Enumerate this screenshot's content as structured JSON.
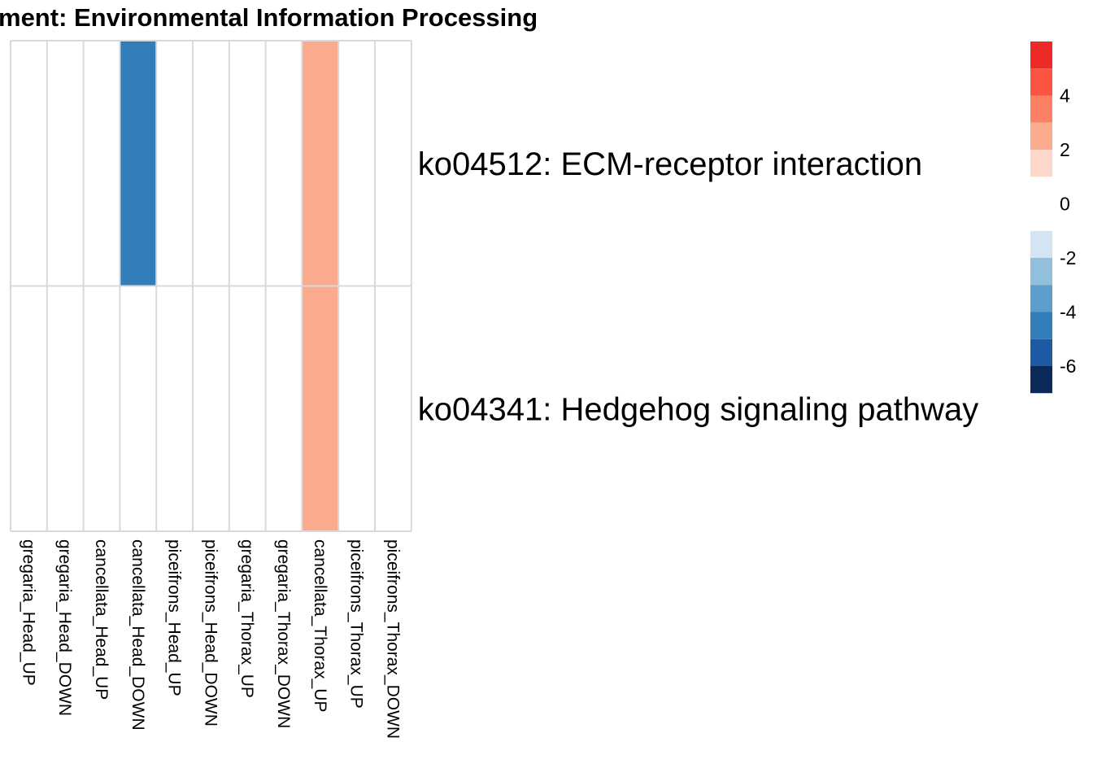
{
  "chart_data": {
    "type": "heatmap",
    "title": "ment: Environmental Information Processing",
    "rows": [
      "ko04512: ECM-receptor interaction",
      "ko04341: Hedgehog signaling pathway"
    ],
    "columns": [
      "gregaria_Head_UP",
      "gregaria_Head_DOWN",
      "cancellata_Head_UP",
      "cancellata_Head_DOWN",
      "piceifrons_Head_UP",
      "piceifrons_Head_DOWN",
      "gregaria_Thorax_UP",
      "gregaria_Thorax_DOWN",
      "cancellata_Thorax_UP",
      "piceifrons_Thorax_UP",
      "piceifrons_Thorax_DOWN"
    ],
    "values": [
      [
        0,
        0,
        0,
        -4,
        0,
        0,
        0,
        0,
        3,
        0,
        0
      ],
      [
        0,
        0,
        0,
        0,
        0,
        0,
        0,
        0,
        3,
        0,
        0
      ]
    ],
    "grid": true,
    "grid_color": "#d9d9d9",
    "legend": {
      "placement": "right",
      "range": [
        -7,
        6
      ],
      "ticks": [
        "4",
        "2",
        "0",
        "-2",
        "-4",
        "-6"
      ],
      "tick_values": [
        4,
        2,
        0,
        -2,
        -4,
        -6
      ],
      "bins": [
        {
          "from": 5,
          "to": 6,
          "color": "#ee2a26"
        },
        {
          "from": 4,
          "to": 5,
          "color": "#fb5441"
        },
        {
          "from": 3,
          "to": 4,
          "color": "#fc8064"
        },
        {
          "from": 2,
          "to": 3,
          "color": "#fcaa8e"
        },
        {
          "from": 1,
          "to": 2,
          "color": "#fdd7c9"
        },
        {
          "from": -1,
          "to": 1,
          "color": "#ffffff"
        },
        {
          "from": -2,
          "to": -1,
          "color": "#d4e4f3"
        },
        {
          "from": -3,
          "to": -2,
          "color": "#92c0dc"
        },
        {
          "from": -4,
          "to": -3,
          "color": "#5b9ecb"
        },
        {
          "from": -5,
          "to": -4,
          "color": "#327ebb"
        },
        {
          "from": -6,
          "to": -5,
          "color": "#1e5aa4"
        },
        {
          "from": -7,
          "to": -6,
          "color": "#0c2a59"
        }
      ]
    }
  }
}
